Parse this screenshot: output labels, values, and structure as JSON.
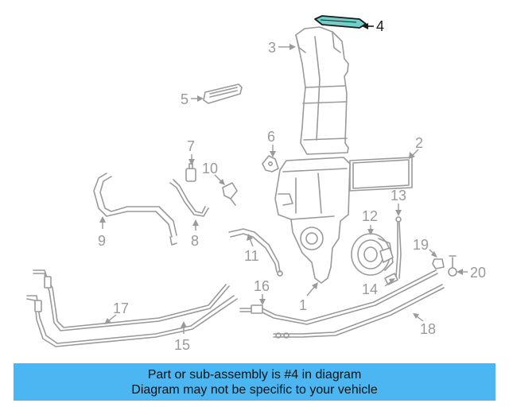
{
  "diagram": {
    "highlighted_part": "4",
    "highlight_color": "#6ed0c8",
    "callouts": {
      "c1": "1",
      "c2": "2",
      "c3": "3",
      "c4": "4",
      "c5": "5",
      "c6": "6",
      "c7": "7",
      "c8": "8",
      "c9": "9",
      "c10": "10",
      "c11": "11",
      "c12": "12",
      "c13": "13",
      "c14": "14",
      "c15": "15",
      "c16": "16",
      "c17": "17",
      "c18": "18",
      "c19": "19",
      "c20": "20"
    }
  },
  "banner": {
    "line1": "Part or sub-assembly is #4 in diagram",
    "line2": "Diagram may not be specific to your vehicle",
    "background": "#4cb6f2"
  }
}
